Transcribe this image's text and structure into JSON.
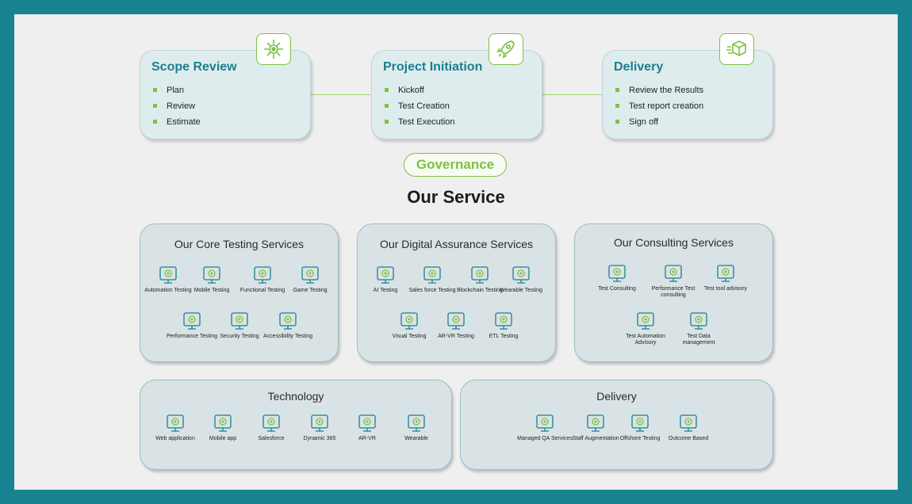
{
  "process": [
    {
      "title": "Scope Review",
      "icon": "network-gear-icon",
      "items": [
        "Plan",
        "Review",
        "Estimate"
      ]
    },
    {
      "title": "Project Initiation",
      "icon": "rocket-icon",
      "items": [
        "Kickoff",
        "Test Creation",
        "Test Execution"
      ]
    },
    {
      "title": "Delivery",
      "icon": "delivery-box-icon",
      "items": [
        "Review the Results",
        "Test report creation",
        "Sign off"
      ]
    }
  ],
  "governance": "Governance",
  "section_title": "Our Service",
  "colors": {
    "teal": "#1a7f8f",
    "green": "#7dc242",
    "frame": "#1a8391",
    "panel": "#d9e3e5"
  },
  "services": {
    "core": {
      "title": "Our Core Testing Services",
      "items": [
        {
          "label": "Automation Testing",
          "icon": "automation-gear-icon"
        },
        {
          "label": "Mobile Testing",
          "icon": "mobile-search-icon"
        },
        {
          "label": "Functional Testing",
          "icon": "functional-nodes-icon"
        },
        {
          "label": "Game Testing",
          "icon": "game-console-icon"
        },
        {
          "label": "Performance Testing",
          "icon": "performance-gauge-icon"
        },
        {
          "label": "Security Testing",
          "icon": "security-lock-icon"
        },
        {
          "label": "Accessibility Testing",
          "icon": "accessibility-screen-icon"
        }
      ]
    },
    "digital": {
      "title": "Our Digital Assurance Services",
      "items": [
        {
          "label": "AI Testing",
          "icon": "ai-brain-icon"
        },
        {
          "label": "Sales force Testing",
          "icon": "salesforce-user-icon"
        },
        {
          "label": "Blockchain Testing",
          "icon": "blockchain-cubes-icon"
        },
        {
          "label": "Wearable Testing",
          "icon": "wearable-watch-icon"
        },
        {
          "label": "Visual Testing",
          "icon": "visual-monitor-icon"
        },
        {
          "label": "AR-VR Testing",
          "icon": "vr-headset-icon"
        },
        {
          "label": "ETL Testing",
          "icon": "etl-gear-icon"
        }
      ]
    },
    "consulting": {
      "title": "Our Consulting Services",
      "items": [
        {
          "label": "Test Consulting",
          "icon": "consulting-bulb-icon"
        },
        {
          "label": "Performance Test consulting",
          "icon": "performance-chart-icon"
        },
        {
          "label": "Test tool advisory",
          "icon": "tool-calculator-icon"
        },
        {
          "label": "Test Automation Advisory",
          "icon": "automation-advisory-icon"
        },
        {
          "label": "Test Data management",
          "icon": "data-grid-gear-icon"
        }
      ]
    },
    "technology": {
      "title": "Technology",
      "items": [
        {
          "label": "Web application",
          "icon": "web-code-icon"
        },
        {
          "label": "Mobile app",
          "icon": "mobile-hand-icon"
        },
        {
          "label": "Salesforce",
          "icon": "salesforce-cloud-icon"
        },
        {
          "label": "Dynamic 365",
          "icon": "dynamics-grid-icon"
        },
        {
          "label": "AR-VR",
          "icon": "vr-person-icon"
        },
        {
          "label": "Wearable",
          "icon": "wearable-band-icon"
        }
      ]
    },
    "delivery": {
      "title": "Delivery",
      "items": [
        {
          "label": "Managed QA Services",
          "icon": "managed-qa-icon"
        },
        {
          "label": "Staff Augmentation",
          "icon": "staff-people-icon"
        },
        {
          "label": "Offshore Testing",
          "icon": "offshore-ship-icon"
        },
        {
          "label": "Outcome Based",
          "icon": "outcome-target-icon"
        }
      ]
    }
  }
}
